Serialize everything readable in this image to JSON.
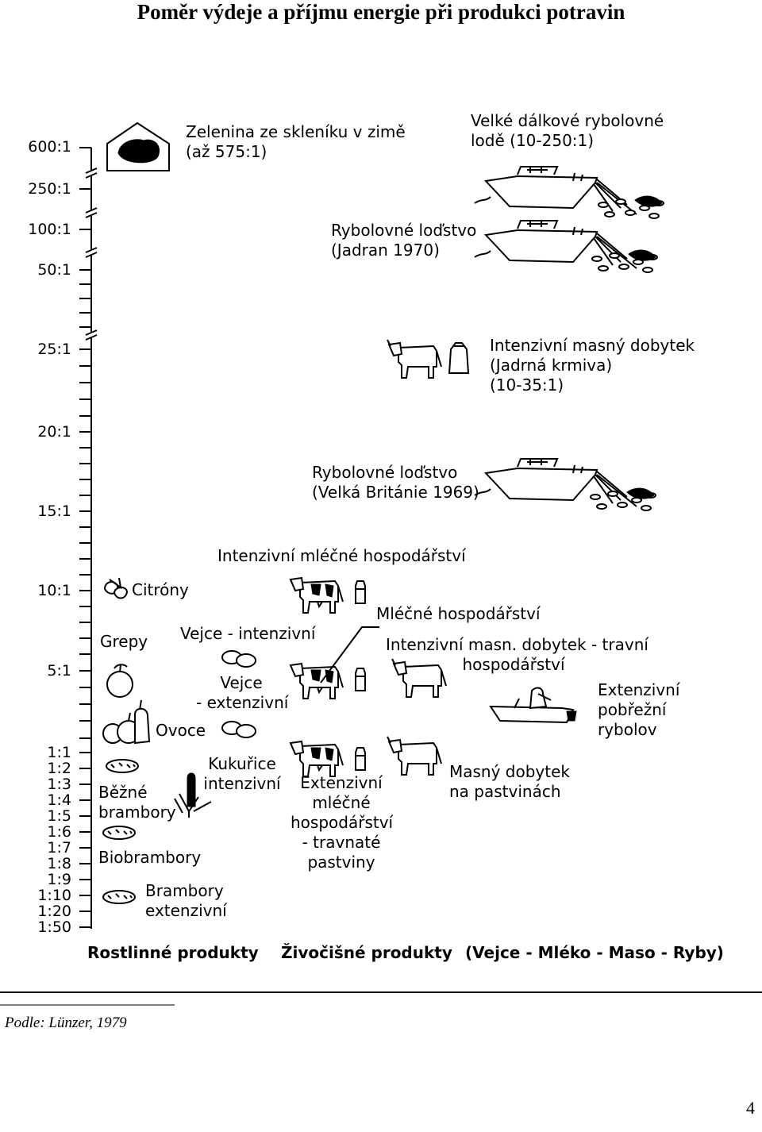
{
  "title": "Poměr výdeje a příjmu energie při produkci potravin",
  "axis": {
    "upper_ticks": [
      "600:1",
      "250:1",
      "100:1",
      "50:1",
      "25:1",
      "20:1",
      "15:1",
      "10:1",
      "5:1"
    ],
    "lower_ticks": [
      "1:1",
      "1:2",
      "1:3",
      "1:4",
      "1:5",
      "1:6",
      "1:7",
      "1:8",
      "1:9",
      "1:10",
      "1:20",
      "1:50"
    ]
  },
  "labels": {
    "greenhouse_line1": "Zelenina ze skleníku v zimě",
    "greenhouse_line2": "(až 575:1)",
    "ships_line1": "Velké dálkové rybolovné",
    "ships_line2": "lodě (10-250:1)",
    "jadran_line1": "Rybolovné loďstvo",
    "jadran_line2": "(Jadran 1970)",
    "beef_int_line1": "Intenzivní masný dobytek",
    "beef_int_line2": "(Jadrná krmiva)",
    "beef_int_line3": "(10-35:1)",
    "uk_line1": "Rybolovné loďstvo",
    "uk_line2": "(Velká Británie 1969)",
    "dairy_int": "Intenzivní mléčné hospodářství",
    "citrony": "Citróny",
    "grepy": "Grepy",
    "eggs_int": "Vejce - intenzivní",
    "dairy": "Mléčné hospodářství",
    "beef_grass_line1": "Intenzivní masn. dobytek - travní",
    "beef_grass_line2": "hospodářství",
    "eggs_ext_line1": "Vejce",
    "eggs_ext_line2": "- extenzivní",
    "coastal_line1": "Extenzivní",
    "coastal_line2": "pobřežní",
    "coastal_line3": "rybolov",
    "ovoce": "Ovoce",
    "corn_line1": "Kukuřice",
    "corn_line2": "intenzivní",
    "dairy_ext_line1": "Extenzivní",
    "dairy_ext_line2": "mléčné",
    "dairy_ext_line3": "hospodářství",
    "dairy_ext_line4": "- travnaté",
    "dairy_ext_line5": "pastviny",
    "pasture_line1": "Masný dobytek",
    "pasture_line2": "na pastvinách",
    "potato_line1": "Běžné",
    "potato_line2": "brambory",
    "biopotato": "Biobrambory",
    "potato_ext_line1": "Brambory",
    "potato_ext_line2": "extenzivní"
  },
  "bottom": {
    "plant": "Rostlinné produkty",
    "animal": "Živočišné produkty",
    "animal_detail": "(Vejce - Mléko - Maso - Ryby)"
  },
  "source": "Podle: Lünzer, 1979",
  "page_number": "4"
}
